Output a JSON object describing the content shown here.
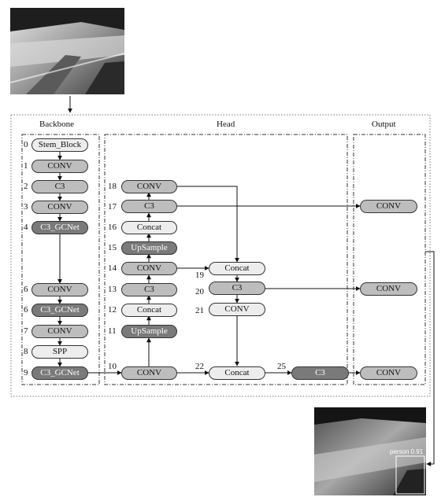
{
  "sections": {
    "backbone": "Backbone",
    "head": "Head",
    "output": "Output"
  },
  "backbone": [
    {
      "index": "0",
      "label": "Stem_Block"
    },
    {
      "index": "1",
      "label": "CONV"
    },
    {
      "index": "2",
      "label": "C3"
    },
    {
      "index": "3",
      "label": "CONV"
    },
    {
      "index": "4",
      "label": "C3_GCNet"
    },
    {
      "index": "6",
      "label": "CONV"
    },
    {
      "index": "6",
      "label": "C3_GCNet"
    },
    {
      "index": "7",
      "label": "CONV"
    },
    {
      "index": "8",
      "label": "SPP"
    },
    {
      "index": "9",
      "label": "C3_GCNet"
    }
  ],
  "head": [
    {
      "index": "10",
      "label": "CONV"
    },
    {
      "index": "11",
      "label": "UpSample"
    },
    {
      "index": "12",
      "label": "Concat"
    },
    {
      "index": "13",
      "label": "C3"
    },
    {
      "index": "14",
      "label": "CONV"
    },
    {
      "index": "15",
      "label": "UpSample"
    },
    {
      "index": "16",
      "label": "Concat"
    },
    {
      "index": "17",
      "label": "C3"
    },
    {
      "index": "18",
      "label": "CONV"
    },
    {
      "index": "19",
      "label": "Concat"
    },
    {
      "index": "20",
      "label": "C3"
    },
    {
      "index": "21",
      "label": "CONV"
    },
    {
      "index": "22",
      "label": "Concat"
    },
    {
      "index": "25",
      "label": "C3"
    }
  ],
  "output": [
    "CONV",
    "CONV",
    "CONV"
  ],
  "detection_label": "person 0.91"
}
